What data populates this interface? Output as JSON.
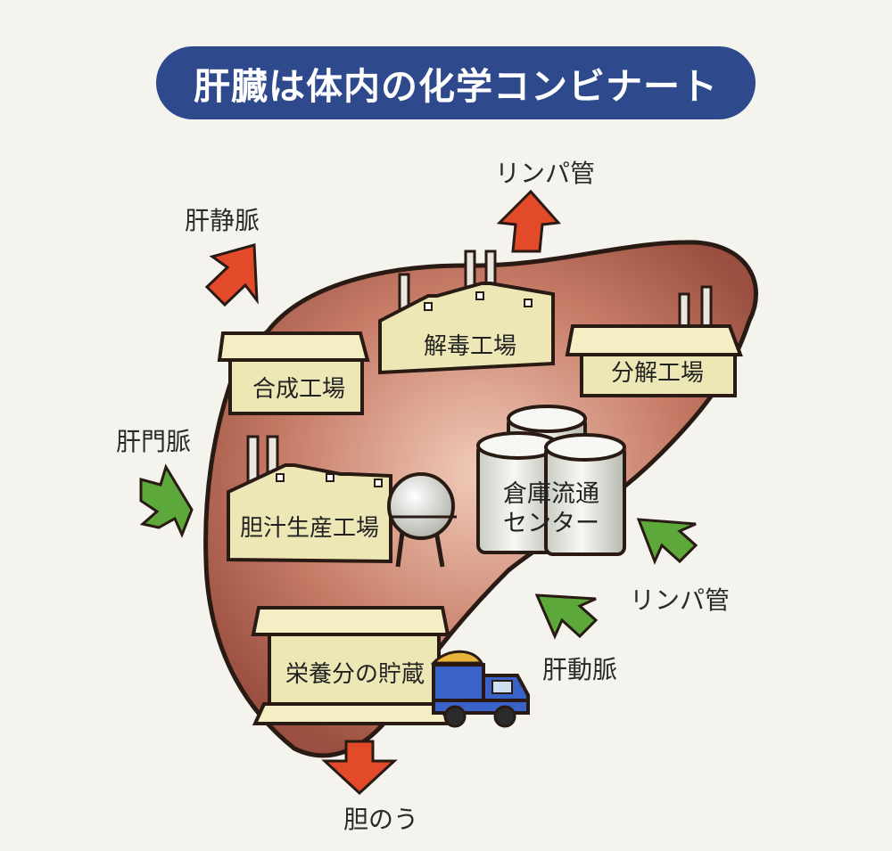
{
  "title": "肝臓は体内の化学コンビナート",
  "colors": {
    "banner": "#2e4a8c",
    "liver": "#a85d4e",
    "factory": "#ece7b4",
    "outflow_arrow": "#e24a2a",
    "inflow_arrow": "#5da83a",
    "truck": "#3a63c9",
    "cargo": "#e8b53a",
    "tank": "#eceee8"
  },
  "factories": {
    "synthesis": "合成工場",
    "detox": "解毒工場",
    "decomposition": "分解工場",
    "bile_production": "胆汁生産工場",
    "nutrient_storage": "栄養分の貯蔵"
  },
  "warehouse": {
    "line1": "倉庫流通",
    "line2": "センター"
  },
  "vessels": {
    "hepatic_vein": "肝静脈",
    "lymph_out": "リンパ管",
    "portal_vein": "肝門脈",
    "lymph_in": "リンパ管",
    "hepatic_artery": "肝動脈",
    "gallbladder": "胆のう"
  },
  "icons": {
    "outflow": "arrow-up-icon",
    "inflow": "arrow-in-icon",
    "truck": "truck-icon",
    "tank": "storage-tank-icon",
    "sphere_tank": "sphere-tank-icon"
  }
}
